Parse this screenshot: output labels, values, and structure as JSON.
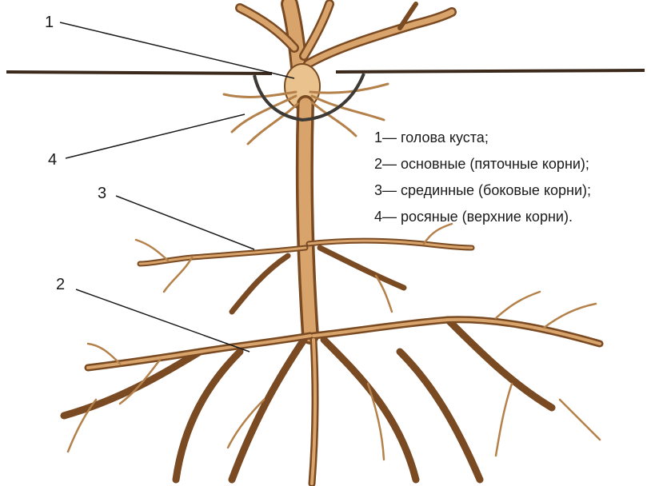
{
  "callouts": [
    {
      "number": "1"
    },
    {
      "number": "4"
    },
    {
      "number": "3"
    },
    {
      "number": "2"
    }
  ],
  "legend": [
    {
      "text": "1— голова куста;"
    },
    {
      "text": "2— основные (пяточные корни);"
    },
    {
      "text": "3— срединные (боковые корни);"
    },
    {
      "text": "4— росяные (верхние корни)."
    }
  ],
  "colors": {
    "root": "#b5814a",
    "root_outline": "#7a4a22",
    "soil_line": "#3b2a1c",
    "pit": "#3d3a35",
    "text": "#1a1a1a"
  }
}
